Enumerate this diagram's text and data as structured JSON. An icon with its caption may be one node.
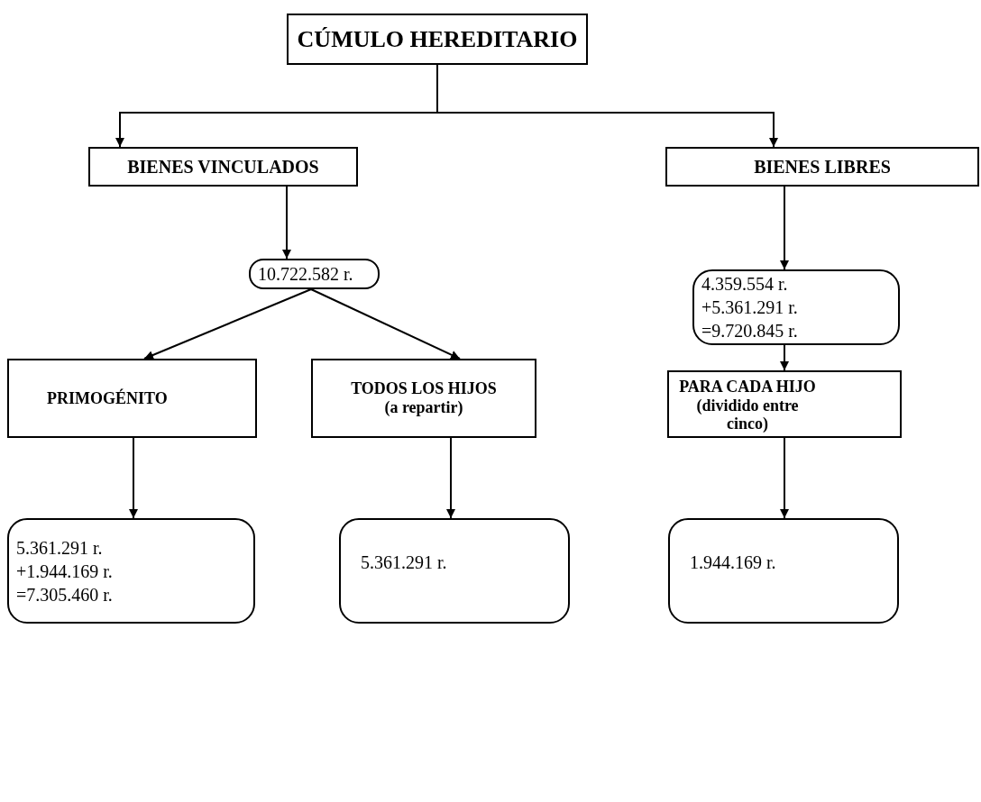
{
  "diagram": {
    "nodes": [
      {
        "text": [
          "CÚMULO HEREDITARIO"
        ]
      },
      {
        "text": [
          "BIENES VINCULADOS"
        ]
      },
      {
        "text": [
          "BIENES LIBRES"
        ]
      },
      {
        "text": [
          "10.722.582 r."
        ]
      },
      {
        "text": [
          "4.359.554 r.",
          "+5.361.291 r.",
          "=9.720.845 r."
        ]
      },
      {
        "text": [
          "PRIMOGÉNITO"
        ]
      },
      {
        "text": [
          "TODOS LOS HIJOS (a repartir)"
        ]
      },
      {
        "text": [
          "PARA CADA HIJO (dividido entre cinco)"
        ]
      },
      {
        "text": [
          "5.361.291 r.",
          "+1.944.169 r.",
          "=7.305.460 r."
        ]
      },
      {
        "text": [
          "5.361.291 r."
        ]
      },
      {
        "text": [
          "1.944.169 r."
        ]
      }
    ],
    "edges": [
      {
        "from": 0,
        "to": 1,
        "arrow": "to"
      },
      {
        "from": 0,
        "to": 2,
        "arrow": "to"
      },
      {
        "from": 1,
        "to": 3,
        "arrow": "to"
      },
      {
        "from": 2,
        "to": 4,
        "arrow": "to"
      },
      {
        "from": 3,
        "to": 5,
        "arrow": "to"
      },
      {
        "from": 3,
        "to": 6,
        "arrow": "to"
      },
      {
        "from": 4,
        "to": 7,
        "arrow": "to"
      },
      {
        "from": 5,
        "to": 8,
        "arrow": "to"
      },
      {
        "from": 6,
        "to": 9,
        "arrow": "to"
      },
      {
        "from": 7,
        "to": 10,
        "arrow": "to"
      }
    ]
  }
}
